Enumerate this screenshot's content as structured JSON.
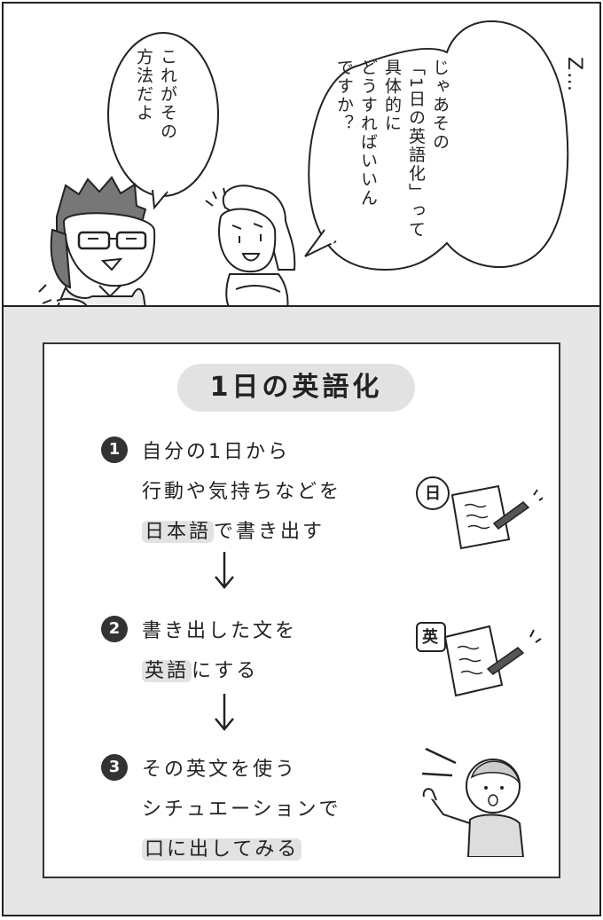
{
  "panel1": {
    "sfx": "Z…",
    "bubble_man": "これがその\n方法だよ",
    "bubble_woman": "じゃあその\n「1日の英語化」って\n具体的に\nどうすればいいん\nですか？"
  },
  "panel2": {
    "title": "1日の英語化",
    "steps": [
      {
        "number": "1",
        "lines": [
          "自分の1日から",
          "行動や気持ちなどを"
        ],
        "highlight": "日本語",
        "rest": "で書き出す",
        "icon_label": "日"
      },
      {
        "number": "2",
        "lines": [
          "書き出した文を"
        ],
        "highlight": "英語",
        "rest": "にする",
        "icon_label": "英"
      },
      {
        "number": "3",
        "lines": [
          "その英文を使う",
          "シチュエーションで"
        ],
        "highlight": "口に出してみる",
        "rest": ""
      }
    ]
  }
}
